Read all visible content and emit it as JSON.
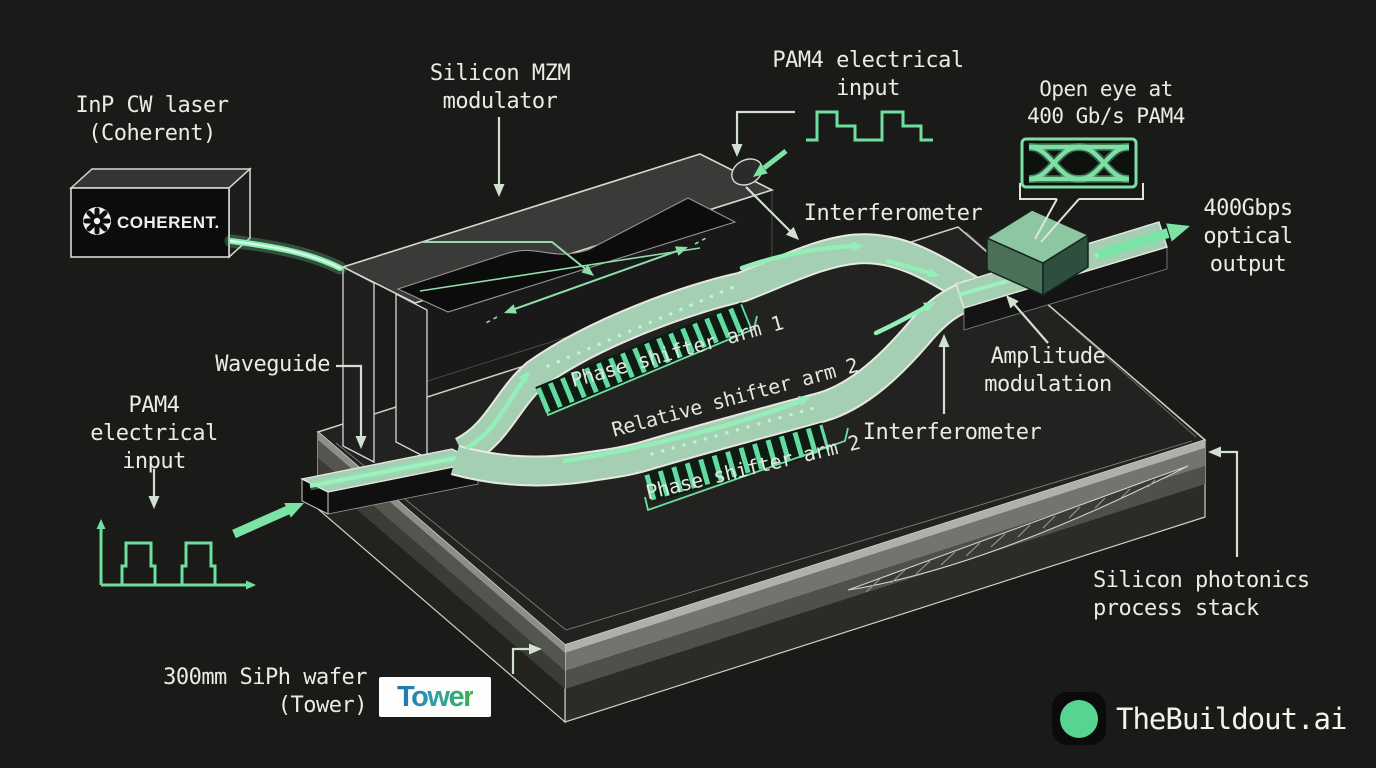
{
  "title": "Silicon MZM modulator diagram",
  "colors": {
    "background": "#1a1a19",
    "accent_green": "#7ce3a6",
    "waveguide_fill": "#a5cfb2",
    "text": "#ebebe5",
    "pointer_pale": "#d2e0d2",
    "tower_blue": "#1e6fb8",
    "tower_green": "#3cb04b",
    "brand_circle": "#57d48f"
  },
  "labels": {
    "inp_laser": "InP CW laser\n(Coherent)",
    "coherent_logo": "COHERENT.",
    "silicon_mzm": "Silicon MZM\nmodulator",
    "pam4_top": "PAM4 electrical\ninput",
    "open_eye": "Open eye at\n400 Gb/s PAM4",
    "interferometer_top": "Interferometer",
    "optical_output": "400Gbps\noptical\noutput",
    "waveguide": "Waveguide",
    "pam4_left": "PAM4\nelectrical\ninput",
    "amplitude": "Amplitude\nmodulation",
    "interferometer_bottom": "Interferometer",
    "phase_shifter_arm1": "Phase shifter arm 1",
    "relative_shifter_arm2": "Relative shifter arm 2",
    "phase_shifter_arm2": "Phase shifter arm 2",
    "process_stack": "Silicon photonics\nprocess stack",
    "wafer": "300mm SiPh wafer\n(Tower)",
    "tower_logo": "Tower",
    "brand": "TheBuildout.ai"
  }
}
